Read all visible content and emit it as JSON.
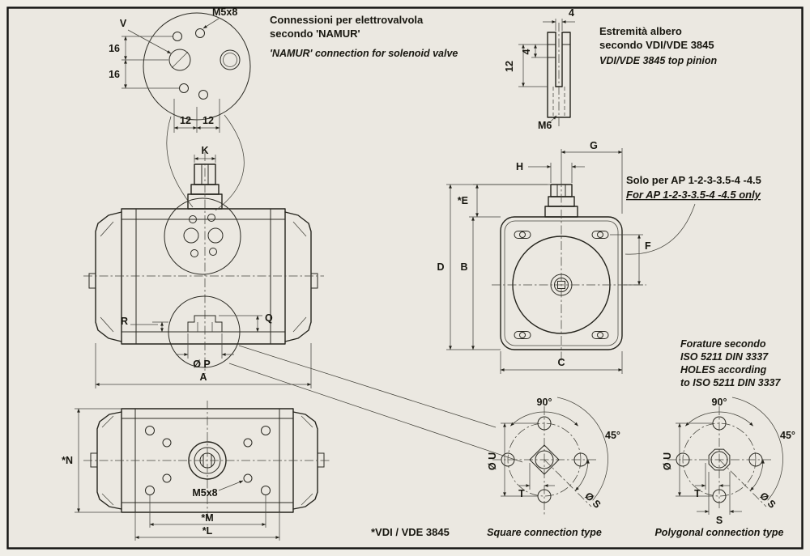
{
  "colors": {
    "paper": "#ebe8e1",
    "frame": "#121210",
    "ink": "#181710"
  },
  "namur": {
    "v": "V",
    "m5x8": "M5x8",
    "d16a": "16",
    "d16b": "16",
    "d12a": "12",
    "d12b": "12",
    "title_it1": "Connessioni per elettrovalvola",
    "title_it2": "secondo 'NAMUR'",
    "title_en": "'NAMUR' connection for solenoid valve"
  },
  "shaft": {
    "d4_top": "4",
    "d4_side": "4",
    "d12": "12",
    "m6": "M6",
    "title_it1": "Estremità albero",
    "title_it2": "secondo VDI/VDE 3845",
    "title_en": "VDI/VDE 3845 top pinion"
  },
  "side_view": {
    "k": "K",
    "r": "R",
    "q": "Q",
    "p": "Ø P",
    "a": "A"
  },
  "end_view": {
    "g": "G",
    "h": "H",
    "e": "*E",
    "d": "D",
    "b": "B",
    "f": "F",
    "c": "C",
    "note_it": "Solo per AP 1-2-3-3.5-4 -4.5",
    "note_en": "For AP 1-2-3-3.5-4 -4.5 only"
  },
  "top_view": {
    "n": "*N",
    "m5x8": "M5x8",
    "m": "*M",
    "l": "*L"
  },
  "holes_note": {
    "line1": "Forature secondo",
    "line2": "ISO 5211 DIN 3337",
    "line3": "HOLES according",
    "line4": "to ISO 5211 DIN 3337"
  },
  "square_conn": {
    "a90": "90°",
    "a45": "45°",
    "u": "Ø U",
    "t": "T",
    "s": "Ø S",
    "caption": "Square connection type"
  },
  "poly_conn": {
    "a90": "90°",
    "a45": "45°",
    "u": "Ø U",
    "t": "T",
    "s_diag": "Ø S",
    "s": "S",
    "caption": "Polygonal connection type"
  },
  "footnote": "*VDI / VDE 3845"
}
